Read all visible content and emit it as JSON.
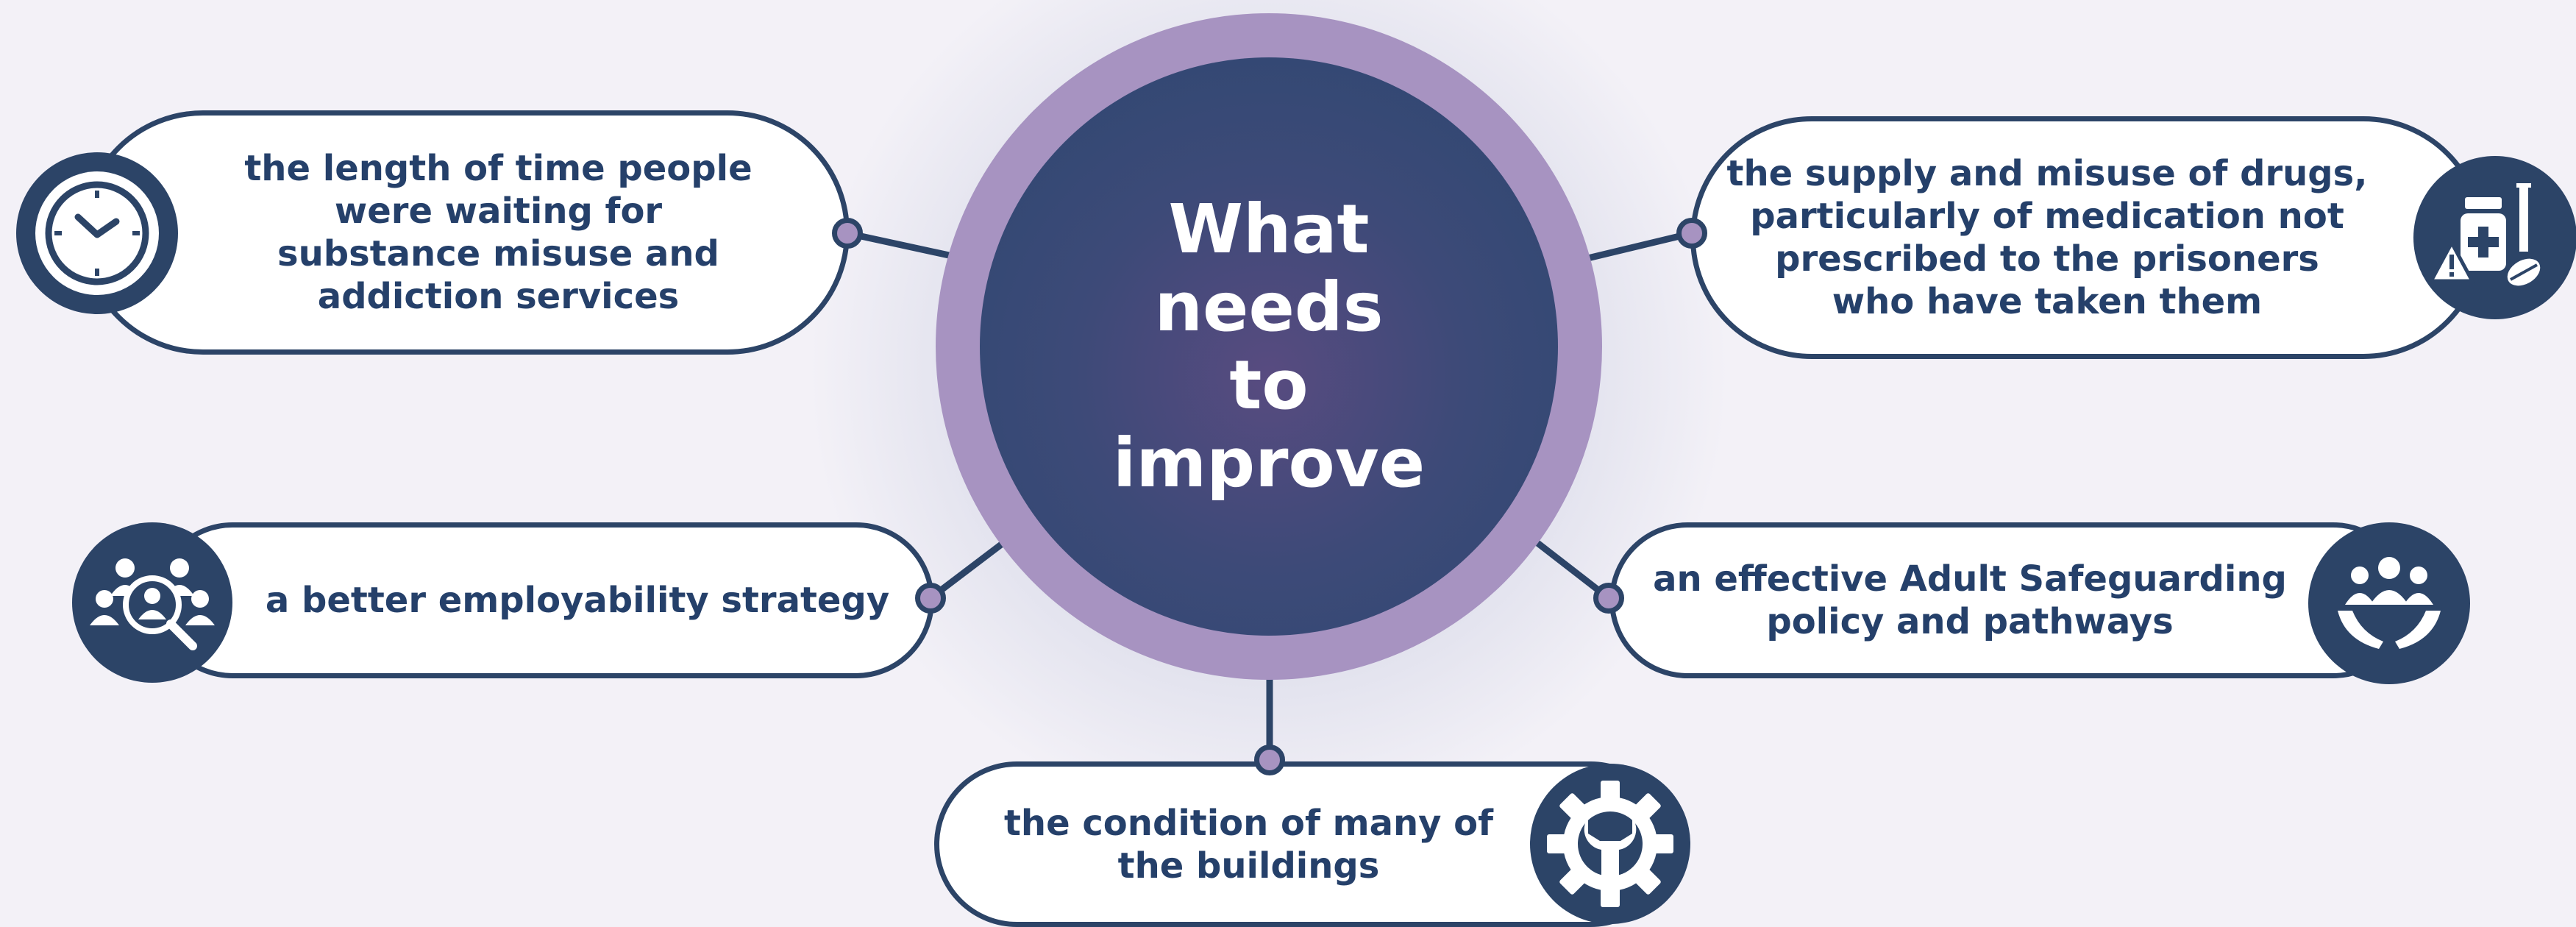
{
  "diagram": {
    "title": "What needs\nto improve",
    "items": [
      {
        "id": "waiting-time",
        "text": "the length of time people\nwere waiting for\nsubstance misuse and\naddiction services",
        "icon": "clock-icon"
      },
      {
        "id": "drugs",
        "text": "the supply and misuse of drugs,\nparticularly of medication not\nprescribed to the prisoners\nwho have taken them",
        "icon": "medication-warning-icon"
      },
      {
        "id": "employability",
        "text": "a better employability strategy",
        "icon": "recruitment-search-icon"
      },
      {
        "id": "safeguarding",
        "text": "an effective Adult Safeguarding\npolicy and pathways",
        "icon": "people-in-hands-icon"
      },
      {
        "id": "buildings",
        "text": "the condition of many of\nthe buildings",
        "icon": "gear-wrench-icon"
      }
    ]
  },
  "colors": {
    "background": "#f3f1f7",
    "navy": "#2c4467",
    "text": "#25406a",
    "lavender": "#a793c1"
  }
}
